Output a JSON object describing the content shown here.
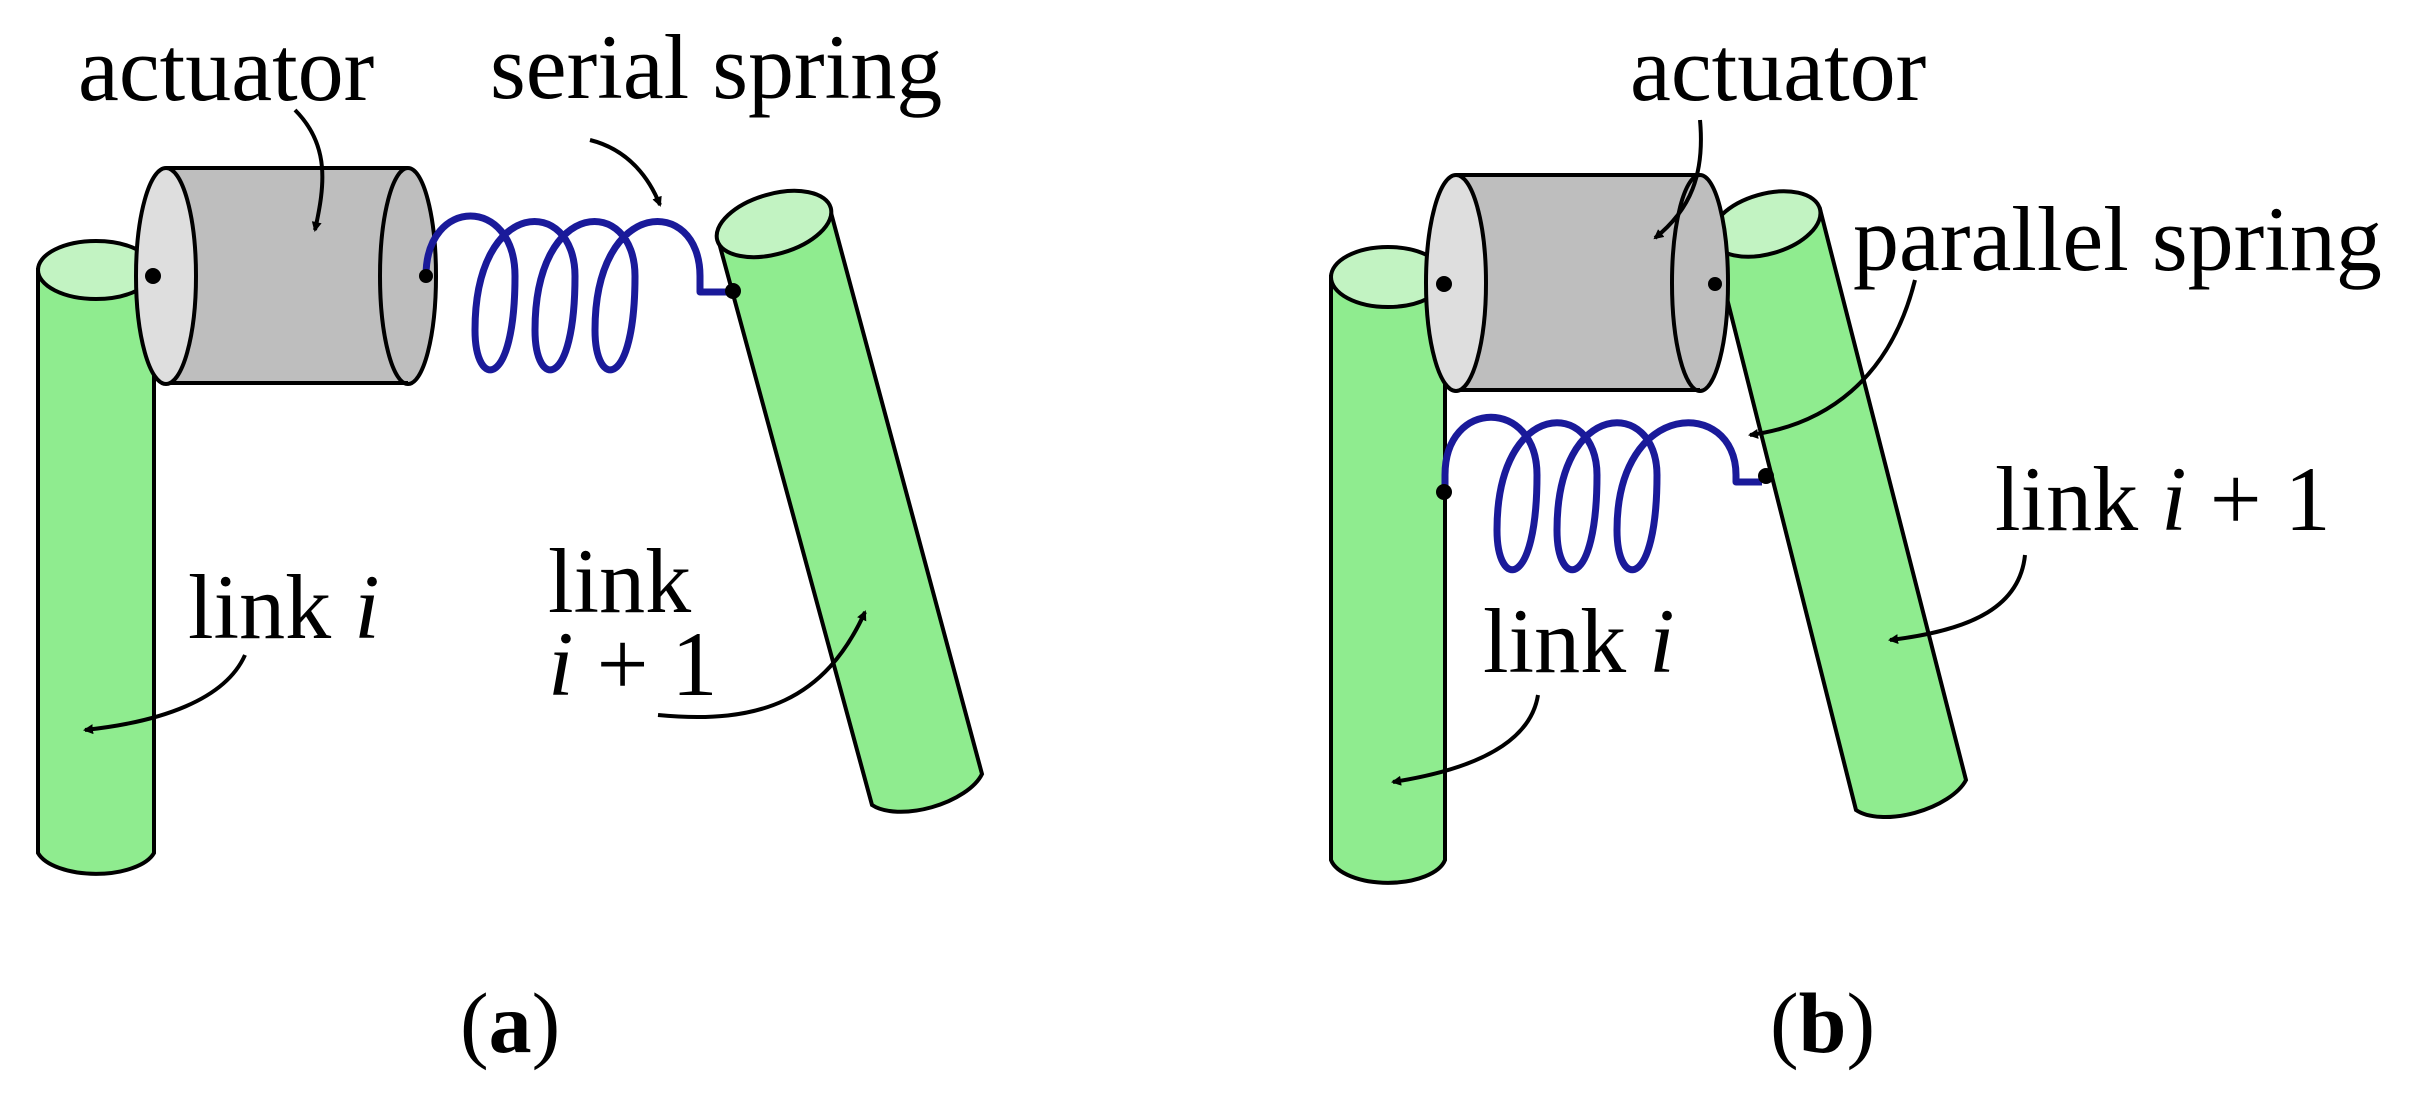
{
  "panel_a": {
    "actuator_label": "actuator",
    "spring_label": "serial spring",
    "link_left": {
      "word": "link",
      "index": "i"
    },
    "link_right": {
      "word": "link",
      "index": "i",
      "suffix": "+ 1"
    },
    "caption": {
      "open": "(",
      "letter": "a",
      "close": ")"
    }
  },
  "panel_b": {
    "actuator_label": "actuator",
    "spring_label": "parallel spring",
    "link_left": {
      "word": "link",
      "index": "i"
    },
    "link_right": {
      "word": "link",
      "index": "i",
      "suffix": "+ 1"
    },
    "caption": {
      "open": "(",
      "letter": "b",
      "close": ")"
    }
  },
  "colors": {
    "link_fill": "#8fec8f",
    "link_top": "#c2f3c2",
    "actuator_fill": "#bebebe",
    "actuator_face": "#dedede",
    "spring": "#1a1a9a",
    "outline": "#000000"
  }
}
